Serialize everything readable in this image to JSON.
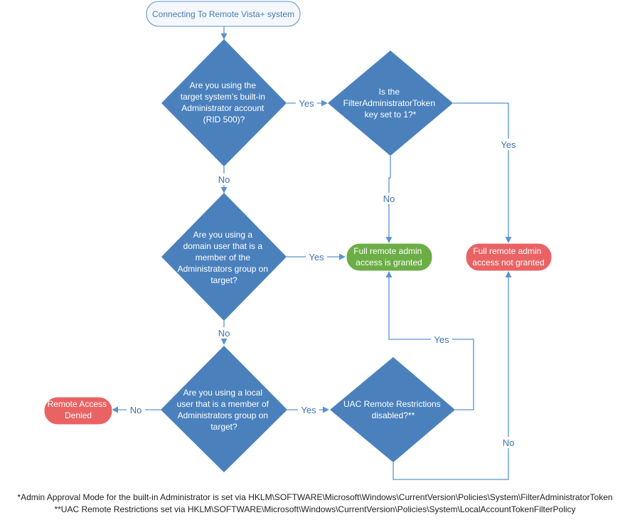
{
  "colors": {
    "diamond": "#4a81bd",
    "connector": "#5b93cf",
    "granted": "#6cae46",
    "denied": "#ea6364",
    "start_stroke": "#7aa6d6",
    "start_fill": "#f4f8fd"
  },
  "start": {
    "label": "Connecting To Remote Vista+ system"
  },
  "decisions": {
    "d1": {
      "lines": [
        "Are you using the",
        "target system’s built-in",
        "Administrator account",
        "(RID 500)?"
      ]
    },
    "d2": {
      "lines": [
        "Is the",
        "FilterAdministratorToken",
        "key set to 1?*"
      ]
    },
    "d3": {
      "lines": [
        "Are you using a",
        "domain user that is a",
        "member of the",
        "Administrators group on",
        "target?"
      ]
    },
    "d4": {
      "lines": [
        "Are you using a local",
        "user that is a member of",
        "Administrators group on",
        "target?"
      ]
    },
    "d5": {
      "lines": [
        "UAC Remote Restrictions",
        "disabled?**"
      ]
    }
  },
  "outcomes": {
    "granted": {
      "lines": [
        "Full remote admin",
        "access is granted"
      ]
    },
    "not_granted": {
      "lines": [
        "Full remote admin",
        "access not granted"
      ]
    },
    "denied": {
      "lines": [
        "Remote Access",
        "Denied"
      ]
    }
  },
  "edges": {
    "d1_yes": "Yes",
    "d1_no": "No",
    "d2_yes": "Yes",
    "d2_no": "No",
    "d3_yes": "Yes",
    "d3_no": "No",
    "d4_yes": "Yes",
    "d4_no": "No",
    "d5_yes": "Yes",
    "d5_no": "No"
  },
  "footnotes": [
    "*Admin Approval Mode for the built-in Administrator is set via HKLM\\SOFTWARE\\Microsoft\\Windows\\CurrentVersion\\Policies\\System\\FilterAdministratorToken",
    "**UAC Remote Restrictions set via HKLM\\SOFTWARE\\Microsoft\\Windows\\CurrentVersion\\Policies\\System\\LocalAccountTokenFilterPolicy"
  ]
}
